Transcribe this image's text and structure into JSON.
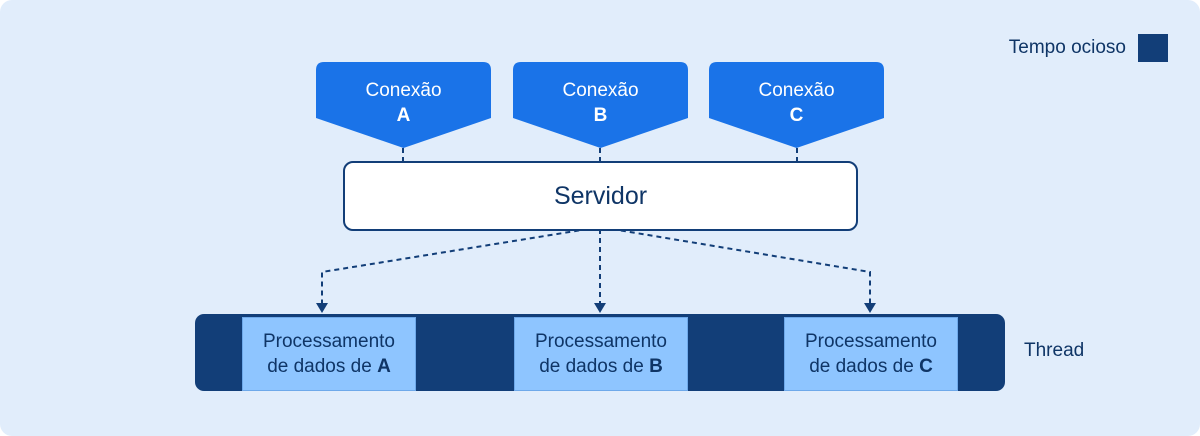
{
  "legend": {
    "label": "Tempo ocioso",
    "swatch_color": "#123e78"
  },
  "connections": [
    {
      "label": "Conexão",
      "letter": "A"
    },
    {
      "label": "Conexão",
      "letter": "B"
    },
    {
      "label": "Conexão",
      "letter": "C"
    }
  ],
  "server": {
    "label": "Servidor"
  },
  "processing": [
    {
      "line1": "Processamento",
      "line2_prefix": "de dados de ",
      "letter": "A"
    },
    {
      "line1": "Processamento",
      "line2_prefix": "de dados de ",
      "letter": "B"
    },
    {
      "line1": "Processamento",
      "line2_prefix": "de dados de ",
      "letter": "C"
    }
  ],
  "thread": {
    "label": "Thread"
  },
  "colors": {
    "background": "#e1edfb",
    "connection_fill": "#1a73e8",
    "dark_navy": "#123e78",
    "processing_fill": "#8ec5ff",
    "text": "#0f3566"
  }
}
